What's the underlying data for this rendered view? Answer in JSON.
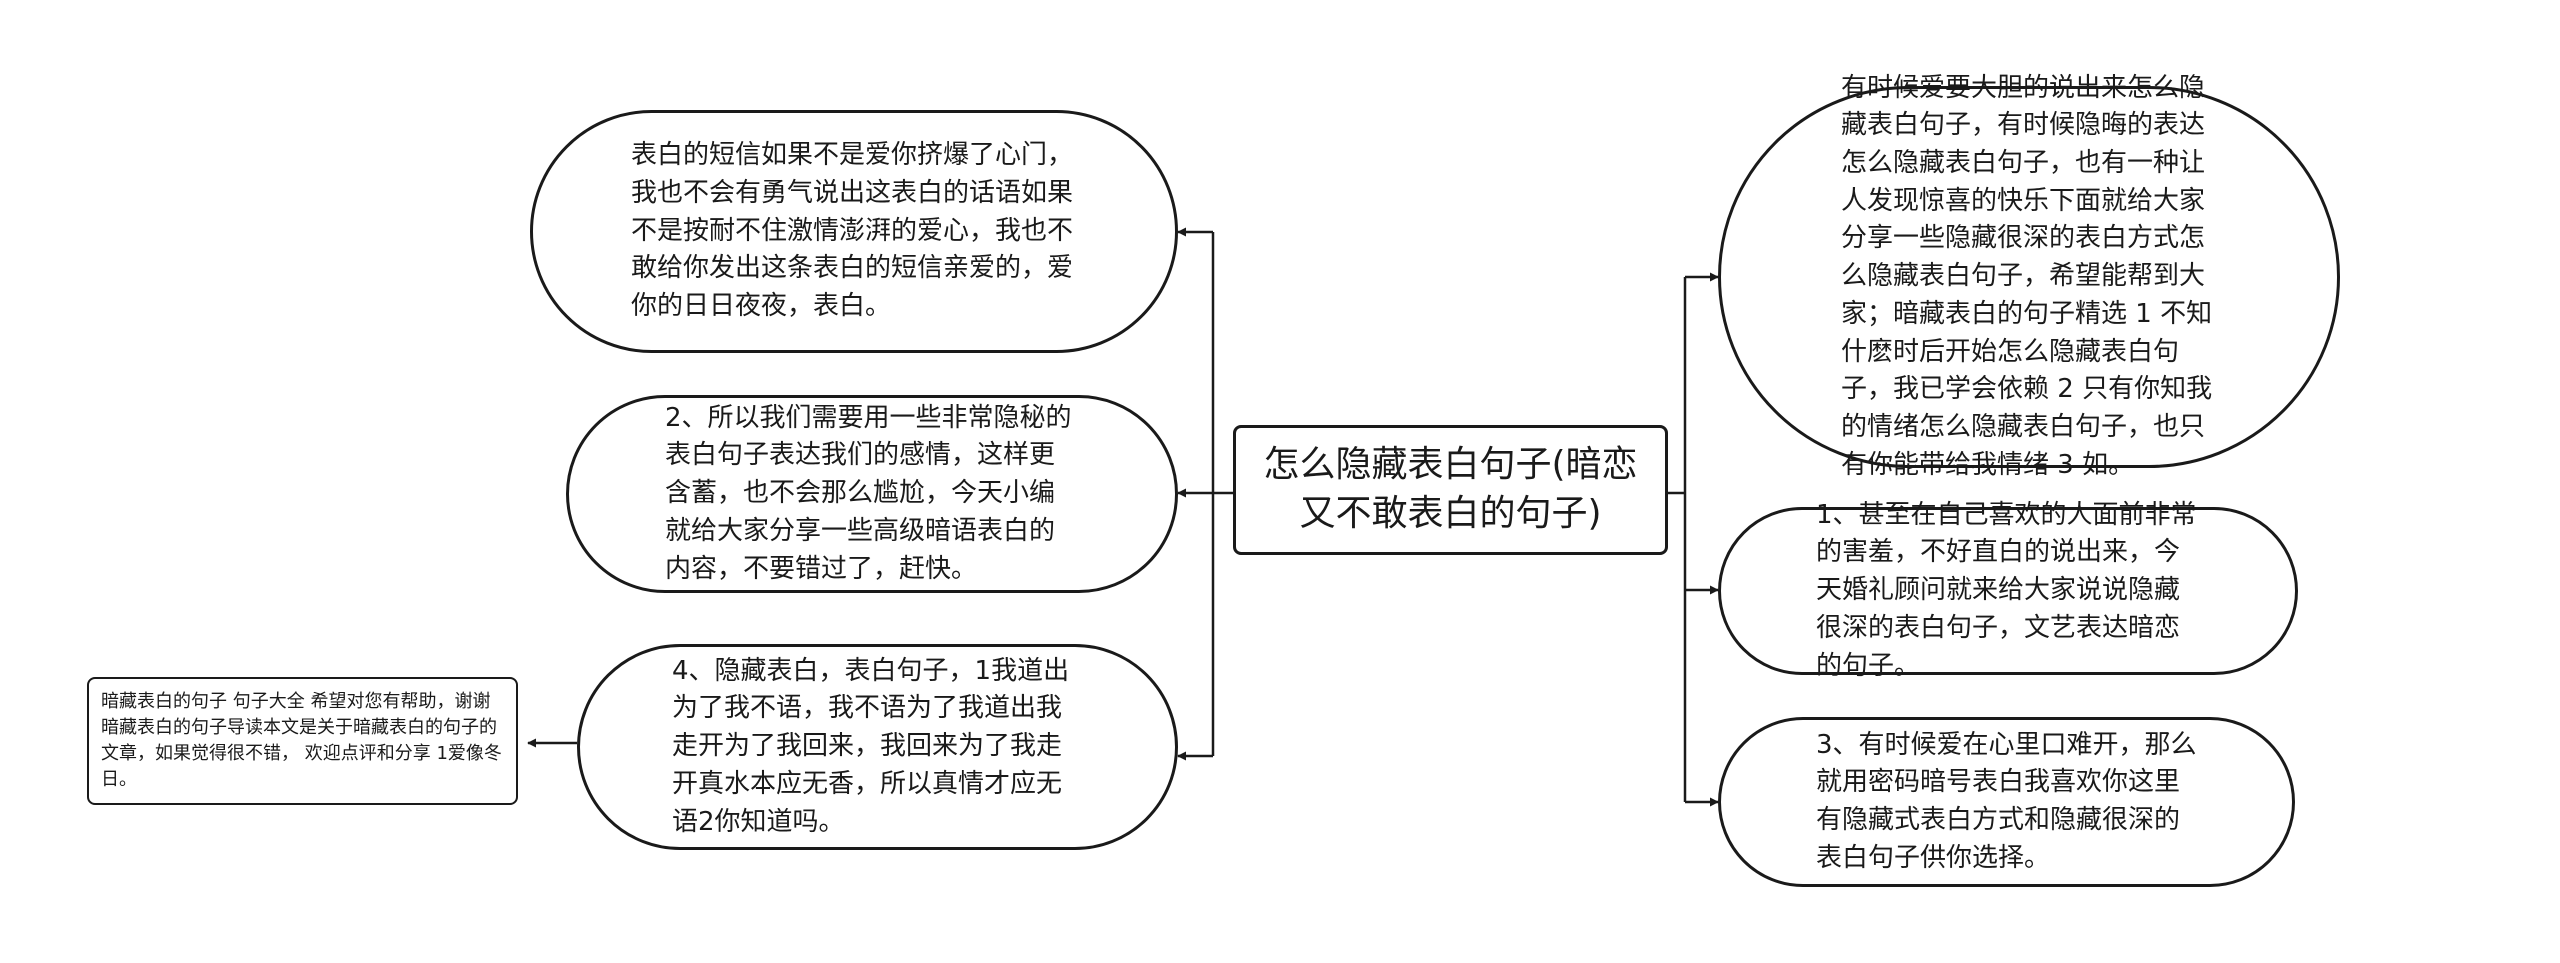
{
  "root": {
    "title": "怎么隐藏表白句子(暗恋又不敢表白的句子)"
  },
  "left_branches": [
    {
      "text": "表白的短信如果不是爱你挤爆了心门，我也不会有勇气说出这表白的话语如果不是按耐不住激情澎湃的爱心，我也不敢给你发出这条表白的短信亲爱的，爱你的日日夜夜，表白。"
    },
    {
      "text": "2、所以我们需要用一些非常隐秘的表白句子表达我们的感情，这样更含蓄，也不会那么尴尬，今天小编就给大家分享一些高级暗语表白的内容，不要错过了，赶快。"
    },
    {
      "text": "4、隐藏表白，表白句子，1我道出为了我不语，我不语为了我道出我走开为了我回来，我回来为了我走开真水本应无香，所以真情才应无语2你知道吗。"
    }
  ],
  "right_branches": [
    {
      "text": "有时候爱要大胆的说出来怎么隐藏表白句子，有时候隐晦的表达怎么隐藏表白句子，也有一种让人发现惊喜的快乐下面就给大家分享一些隐藏很深的表白方式怎么隐藏表白句子，希望能帮到大家；暗藏表白的句子精选 1 不知什麽时后开始怎么隐藏表白句子，我已学会依赖 2 只有你知我的情绪怎么隐藏表白句子，也只有你能带给我情绪 3 如。"
    },
    {
      "text": "1、甚至在自己喜欢的人面前非常的害羞，不好直白的说出来，今天婚礼顾问就来给大家说说隐藏很深的表白句子，文艺表达暗恋的句子。"
    },
    {
      "text": "3、有时候爱在心里口难开，那么就用密码暗号表白我喜欢你这里有隐藏式表白方式和隐藏很深的表白句子供你选择。"
    }
  ],
  "note": {
    "text": "暗藏表白的句子 句子大全 希望对您有帮助，谢谢暗藏表白的句子导读本文是关于暗藏表白的句子的文章，如果觉得很不错， 欢迎点评和分享 1爱像冬日。"
  },
  "colors": {
    "line": "#1a1a1a",
    "border": "#1a1a1a",
    "background": "#ffffff"
  }
}
